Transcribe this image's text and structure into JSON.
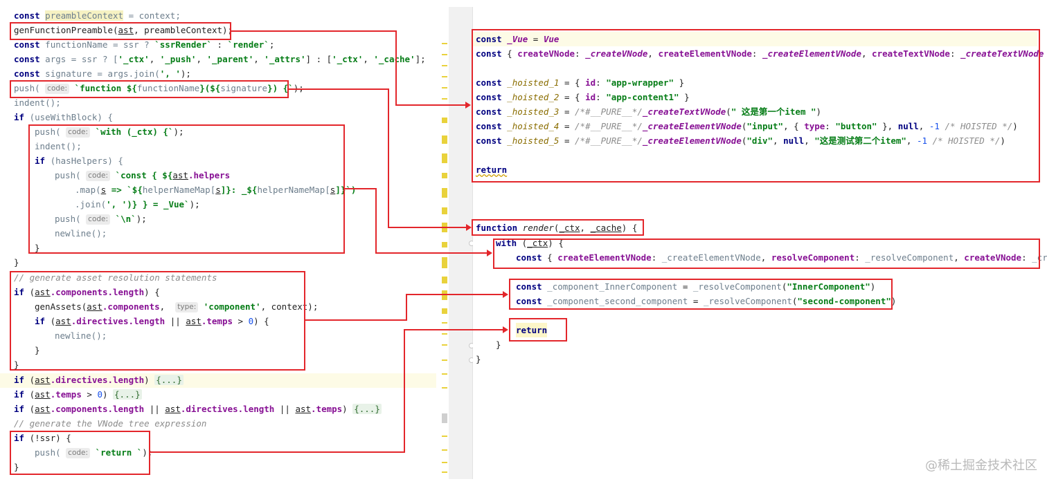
{
  "left": {
    "l1_kw": "const",
    "l1_var": "preambleContext",
    "l1_rest": " = context;",
    "l2_fn": "genFunctionPreamble(",
    "l2_ast": "ast",
    "l2_rest": ", preambleContext);",
    "l3_kw": "const",
    "l3_var": " functionName = ssr ? ",
    "l3_s1": "`ssrRender`",
    "l3_mid": " : ",
    "l3_s2": "`render`",
    "l3_end": ";",
    "l4_kw": "const",
    "l4_var": " args = ssr ? [",
    "l4_s1": "'_ctx'",
    "l4_c1": ", ",
    "l4_s2": "'_push'",
    "l4_c2": ", ",
    "l4_s3": "'_parent'",
    "l4_c3": ", ",
    "l4_s4": "'_attrs'",
    "l4_mid": "] : [",
    "l4_s5": "'_ctx'",
    "l4_c5": ", ",
    "l4_s6": "'_cache'",
    "l4_end": "];",
    "l5_kw": "const",
    "l5_var": " signature = args.",
    "l5_fn": "join(",
    "l5_s": "', '",
    "l5_end": ");",
    "l6_fn": "push(",
    "l6_hint": "code:",
    "l6_s1": "`function ${",
    "l6_v1": "functionName",
    "l6_s2": "}(${",
    "l6_v2": "signature",
    "l6_s3": "}) {`",
    "l6_end": ");",
    "l7": "indent();",
    "l8_kw": "if",
    "l8_rest": " (useWithBlock) {",
    "l9_fn": "push(",
    "l9_hint": "code:",
    "l9_s": "`with (_ctx) {`",
    "l9_end": ");",
    "l10": "indent();",
    "l11_kw": "if",
    "l11_rest": " (hasHelpers) {",
    "l12_fn": "push(",
    "l12_hint": "code:",
    "l12_s1": "`const { ${",
    "l12_ast": "ast",
    "l12_p": ".helpers",
    "l13_a": ".map(",
    "l13_s": "s",
    "l13_b": " => `${",
    "l13_c": "helperNameMap[",
    "l13_s2": "s",
    "l13_d": "]}: _${",
    "l13_e": "helperNameMap[",
    "l13_s3": "s",
    "l13_f": "]}`)",
    "l14_a": ".join(",
    "l14_s": "', '",
    "l14_b": ")} } = _Vue`",
    "l14_end": ");",
    "l15_fn": "push(",
    "l15_hint": "code:",
    "l15_s": "`\\n`",
    "l15_end": ");",
    "l16": "newline();",
    "l17": "}",
    "l18": "}",
    "l19_cmt": "// generate asset resolution statements",
    "l20_kw": "if",
    "l20_a": " (",
    "l20_ast": "ast",
    "l20_p": ".components.length",
    "l20_end": ") {",
    "l21_fn": "genAssets(",
    "l21_ast": "ast",
    "l21_p": ".components",
    "l21_c": ", ",
    "l21_hint": "type:",
    "l21_s": "'component'",
    "l21_end": ", context);",
    "l22_kw": "if",
    "l22_a": " (",
    "l22_ast": "ast",
    "l22_p": ".directives.length",
    "l22_or": " || ",
    "l22_ast2": "ast",
    "l22_p2": ".temps",
    "l22_gt": " > ",
    "l22_n": "0",
    "l22_end": ") {",
    "l23": "newline();",
    "l24": "}",
    "l25": "}",
    "l26_kw": "if",
    "l26_a": " (",
    "l26_ast": "ast",
    "l26_p": ".directives.length",
    "l26_b": ") ",
    "l26_fold": "{...}",
    "l27_kw": "if",
    "l27_a": " (",
    "l27_ast": "ast",
    "l27_p": ".temps",
    "l27_gt": " > ",
    "l27_n": "0",
    "l27_b": ") ",
    "l27_fold": "{...}",
    "l28_kw": "if",
    "l28_a": " (",
    "l28_ast": "ast",
    "l28_p": ".components.length",
    "l28_or": " || ",
    "l28_ast2": "ast",
    "l28_p2": ".directives.length",
    "l28_or2": " || ",
    "l28_ast3": "ast",
    "l28_p3": ".temps",
    "l28_b": ") ",
    "l28_fold": "{...}",
    "l29_cmt": "// generate the VNode tree expression",
    "l30_kw": "if",
    "l30_rest": " (!ssr) {",
    "l31_fn": "push(",
    "l31_hint": "code:",
    "l31_s": "`return `",
    "l31_end": ");",
    "l32": "}"
  },
  "right": {
    "r1_kw": "const",
    "r1_v": " _Vue",
    "r1_eq": " = ",
    "r1_vue": "Vue",
    "r2_kw": "const",
    "r2_a": " { ",
    "r2_p1": "createVNode",
    "r2_c1": ": ",
    "r2_v1": "_createVNode",
    "r2_s1": ", ",
    "r2_p2": "createElementVNode",
    "r2_c2": ": ",
    "r2_v2": "_createElementVNode",
    "r2_s2": ", ",
    "r2_p3": "createTextVNode",
    "r2_c3": ": ",
    "r2_v3": "_createTextVNode",
    "r2_end": " }",
    "r3_kw": "const",
    "r3_v": " _hoisted_1",
    "r3_a": " = { ",
    "r3_p": "id",
    "r3_c": ": ",
    "r3_s": "\"app-wrapper\"",
    "r3_end": " }",
    "r4_kw": "const",
    "r4_v": " _hoisted_2",
    "r4_a": " = { ",
    "r4_p": "id",
    "r4_c": ": ",
    "r4_s": "\"app-content1\"",
    "r4_end": " }",
    "r5_kw": "const",
    "r5_v": " _hoisted_3",
    "r5_a": " = ",
    "r5_cmt": "/*#__PURE__*/",
    "r5_fn": "_createTextVNode",
    "r5_b": "(",
    "r5_s": "\" 这是第一个item \"",
    "r5_end": ")",
    "r6_kw": "const",
    "r6_v": " _hoisted_4",
    "r6_a": " = ",
    "r6_cmt": "/*#__PURE__*/",
    "r6_fn": "_createElementVNode",
    "r6_b": "(",
    "r6_s": "\"input\"",
    "r6_c": ", { ",
    "r6_p": "type",
    "r6_cc": ": ",
    "r6_s2": "\"button\"",
    "r6_d": " }, ",
    "r6_null": "null",
    "r6_e": ", ",
    "r6_n": "-1",
    "r6_cmt2": " /* HOISTED */",
    "r6_end": ")",
    "r7_kw": "const",
    "r7_v": " _hoisted_5",
    "r7_a": " = ",
    "r7_cmt": "/*#__PURE__*/",
    "r7_fn": "_createElementVNode",
    "r7_b": "(",
    "r7_s": "\"div\"",
    "r7_c": ", ",
    "r7_null": "null",
    "r7_d": ", ",
    "r7_s2": "\"这是测试第二个item\"",
    "r7_e": ", ",
    "r7_n": "-1",
    "r7_cmt2": " /* HOISTED */",
    "r7_end": ")",
    "r8_kw": "return",
    "r9_kw": "function",
    "r9_a": " ",
    "r9_fn": "render",
    "r9_b": "(",
    "r9_p1": "_ctx",
    "r9_c": ", ",
    "r9_p2": "_cache",
    "r9_end": ") {",
    "r10_kw": "with",
    "r10_a": " (",
    "r10_p": "_ctx",
    "r10_end": ") {",
    "r11_kw": "const",
    "r11_a": " { ",
    "r11_p1": "createElementVNode",
    "r11_c1": ": ",
    "r11_v1": "_createElementVNode",
    "r11_s1": ", ",
    "r11_p2": "resolveComponent",
    "r11_c2": ": ",
    "r11_v2": "_resolveComponent",
    "r11_s2": ", ",
    "r11_p3": "createVNode",
    "r11_c3": ": ",
    "r11_v3": "_crea",
    "r12_kw": "const",
    "r12_v": " _component_InnerComponent",
    "r12_a": " = ",
    "r12_fn": "_resolveComponent",
    "r12_b": "(",
    "r12_s": "\"InnerComponent\"",
    "r12_end": ")",
    "r13_kw": "const",
    "r13_v": " _component_second_component",
    "r13_a": " = ",
    "r13_fn": "_resolveComponent",
    "r13_b": "(",
    "r13_s": "\"second-component\"",
    "r13_end": ")",
    "r14_kw": "return",
    "r15": "}",
    "r16": "}"
  },
  "watermark": "@稀土掘金技术社区"
}
